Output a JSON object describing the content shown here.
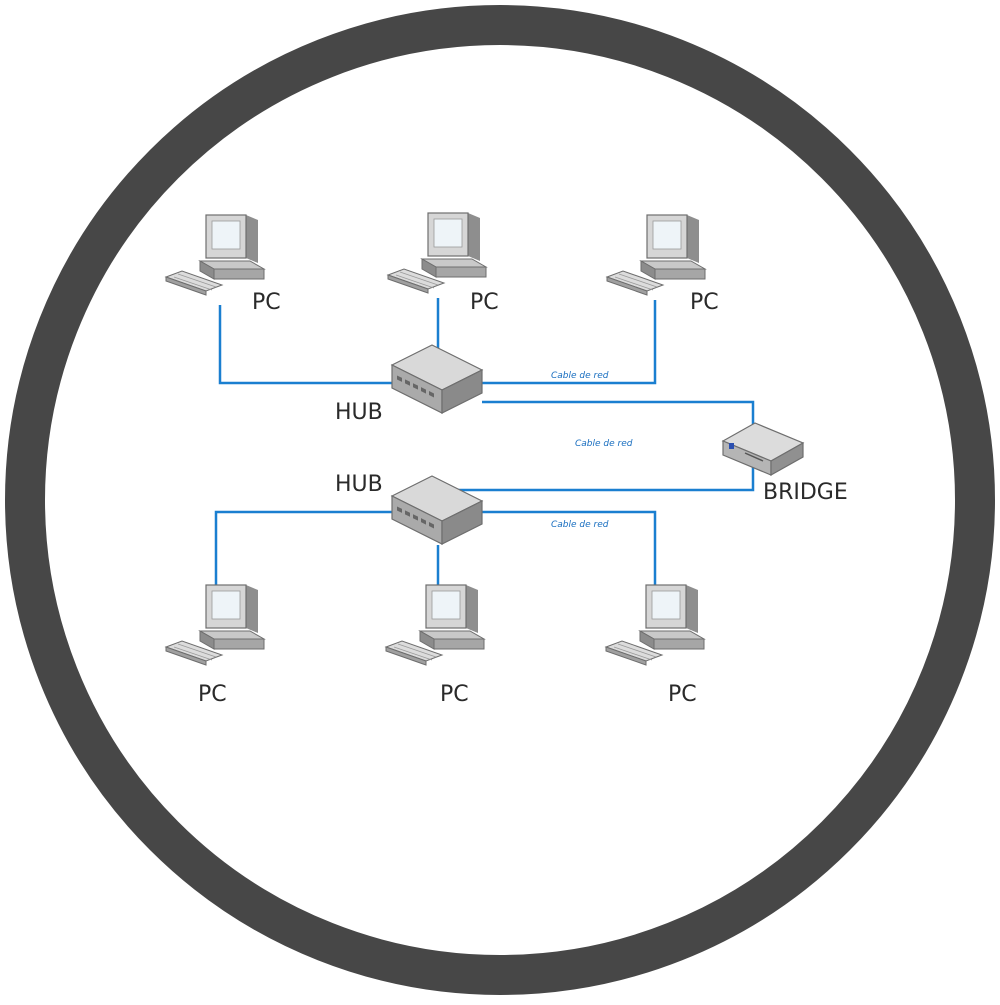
{
  "diagram": {
    "labels": {
      "pc": "PC",
      "hub": "HUB",
      "bridge": "BRIDGE",
      "cable": "Cable de red"
    },
    "colors": {
      "ring": "#474747",
      "wire": "#1a7fd0",
      "cable_text": "#1a6fc0",
      "label_text": "#2a2a2a"
    },
    "icons": {
      "pc": "desktop-computer-icon",
      "hub": "network-hub-icon",
      "bridge": "network-bridge-icon"
    }
  }
}
